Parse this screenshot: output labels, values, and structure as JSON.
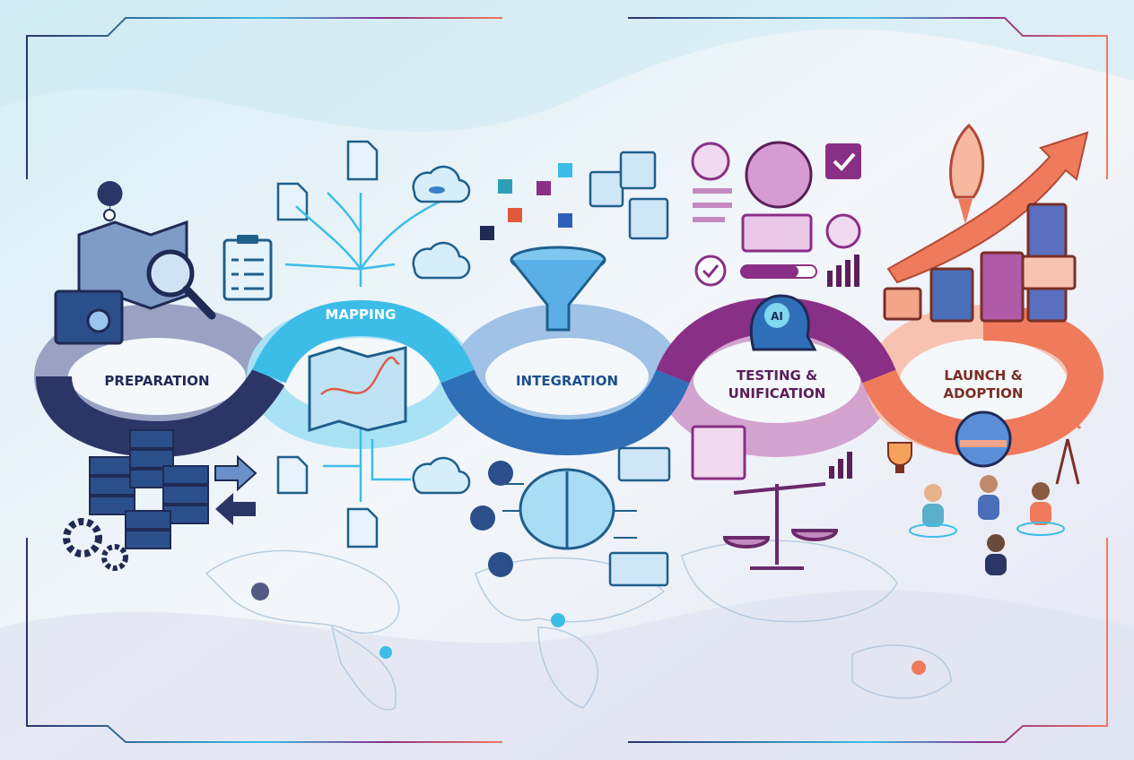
{
  "stages": [
    {
      "label_lines": [
        "PREPARATION"
      ],
      "color": "#2b3566",
      "light": "#9aa2c4",
      "text_color": "#1f2a55"
    },
    {
      "label_lines": [
        "MAPPING"
      ],
      "color": "#3cbde8",
      "light": "#a9e2f5",
      "text_color": "#1c5f8c"
    },
    {
      "label_lines": [
        "INTEGRATION"
      ],
      "color": "#2f6fb8",
      "light": "#9fc2e6",
      "text_color": "#1d4f8c"
    },
    {
      "label_lines": [
        "TESTING &",
        "UNIFICATION"
      ],
      "color": "#8a2f86",
      "light": "#d3a3d0",
      "text_color": "#5a1f5a"
    },
    {
      "label_lines": [
        "LAUNCH &",
        "ADOPTION"
      ],
      "color": "#ef7a5c",
      "light": "#f7c3b0",
      "text_color": "#7a2f25"
    }
  ],
  "head_badge": "AI",
  "icons": {
    "preparation": [
      "map-pin-icon",
      "folded-map-icon",
      "magnifier-icon",
      "folder-icon",
      "clipboard-checklist-icon",
      "server-stack-icon",
      "gear-icon",
      "arrows-icon"
    ],
    "mapping": [
      "document-icon",
      "cloud-database-icon",
      "cloud-sync-icon",
      "branching-arrows-icon",
      "route-map-icon"
    ],
    "integration": [
      "data-cubes-icon",
      "funnel-icon",
      "profile-card-icon",
      "brain-network-icon",
      "head-gear-icon"
    ],
    "testing": [
      "user-avatar-icon",
      "checkbox-icon",
      "progress-bar-icon",
      "ai-head-icon",
      "bar-chart-icon",
      "scales-icon"
    ],
    "launch": [
      "rocket-icon",
      "growth-arrow-icon",
      "profile-card-icon",
      "globe-handshake-icon",
      "trophy-icon",
      "antenna-icon",
      "people-celebrating-icon"
    ]
  },
  "colors": {
    "background": "#eef4f8",
    "frame_left": "#2b3566",
    "frame_right": "#ef7a5c"
  }
}
